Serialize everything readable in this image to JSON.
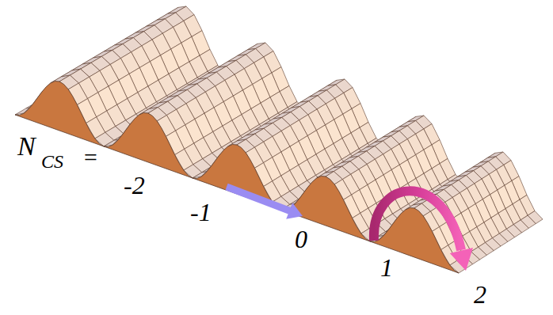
{
  "diagram": {
    "labels": [
      "N",
      "CS",
      "=",
      "-2",
      "-1",
      "0",
      "1",
      "2"
    ]
  }
}
